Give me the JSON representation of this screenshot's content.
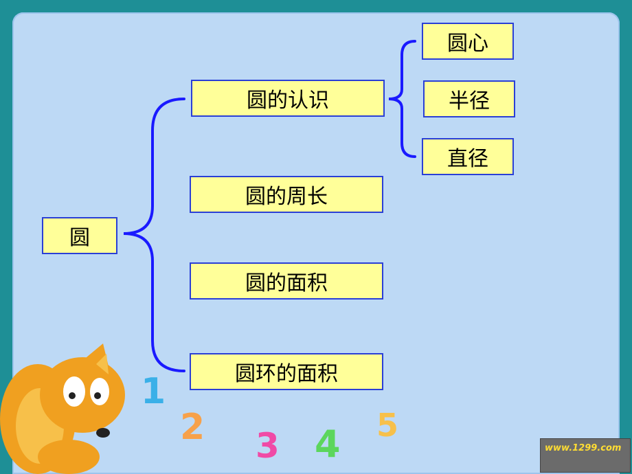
{
  "root": "圆",
  "level1": [
    "圆的认识",
    "圆的周长",
    "圆的面积",
    "圆环的面积"
  ],
  "level2": [
    "圆心",
    "半径",
    "直径"
  ],
  "decor_numbers": [
    "1",
    "2",
    "3",
    "4",
    "5"
  ],
  "watermark": "www.1299.com",
  "colors": {
    "background_frame": "#1e8f96",
    "board": "#bdd9f5",
    "box_fill": "#ffff99",
    "box_border": "#2a3fd6",
    "connector": "#1a1aff"
  }
}
